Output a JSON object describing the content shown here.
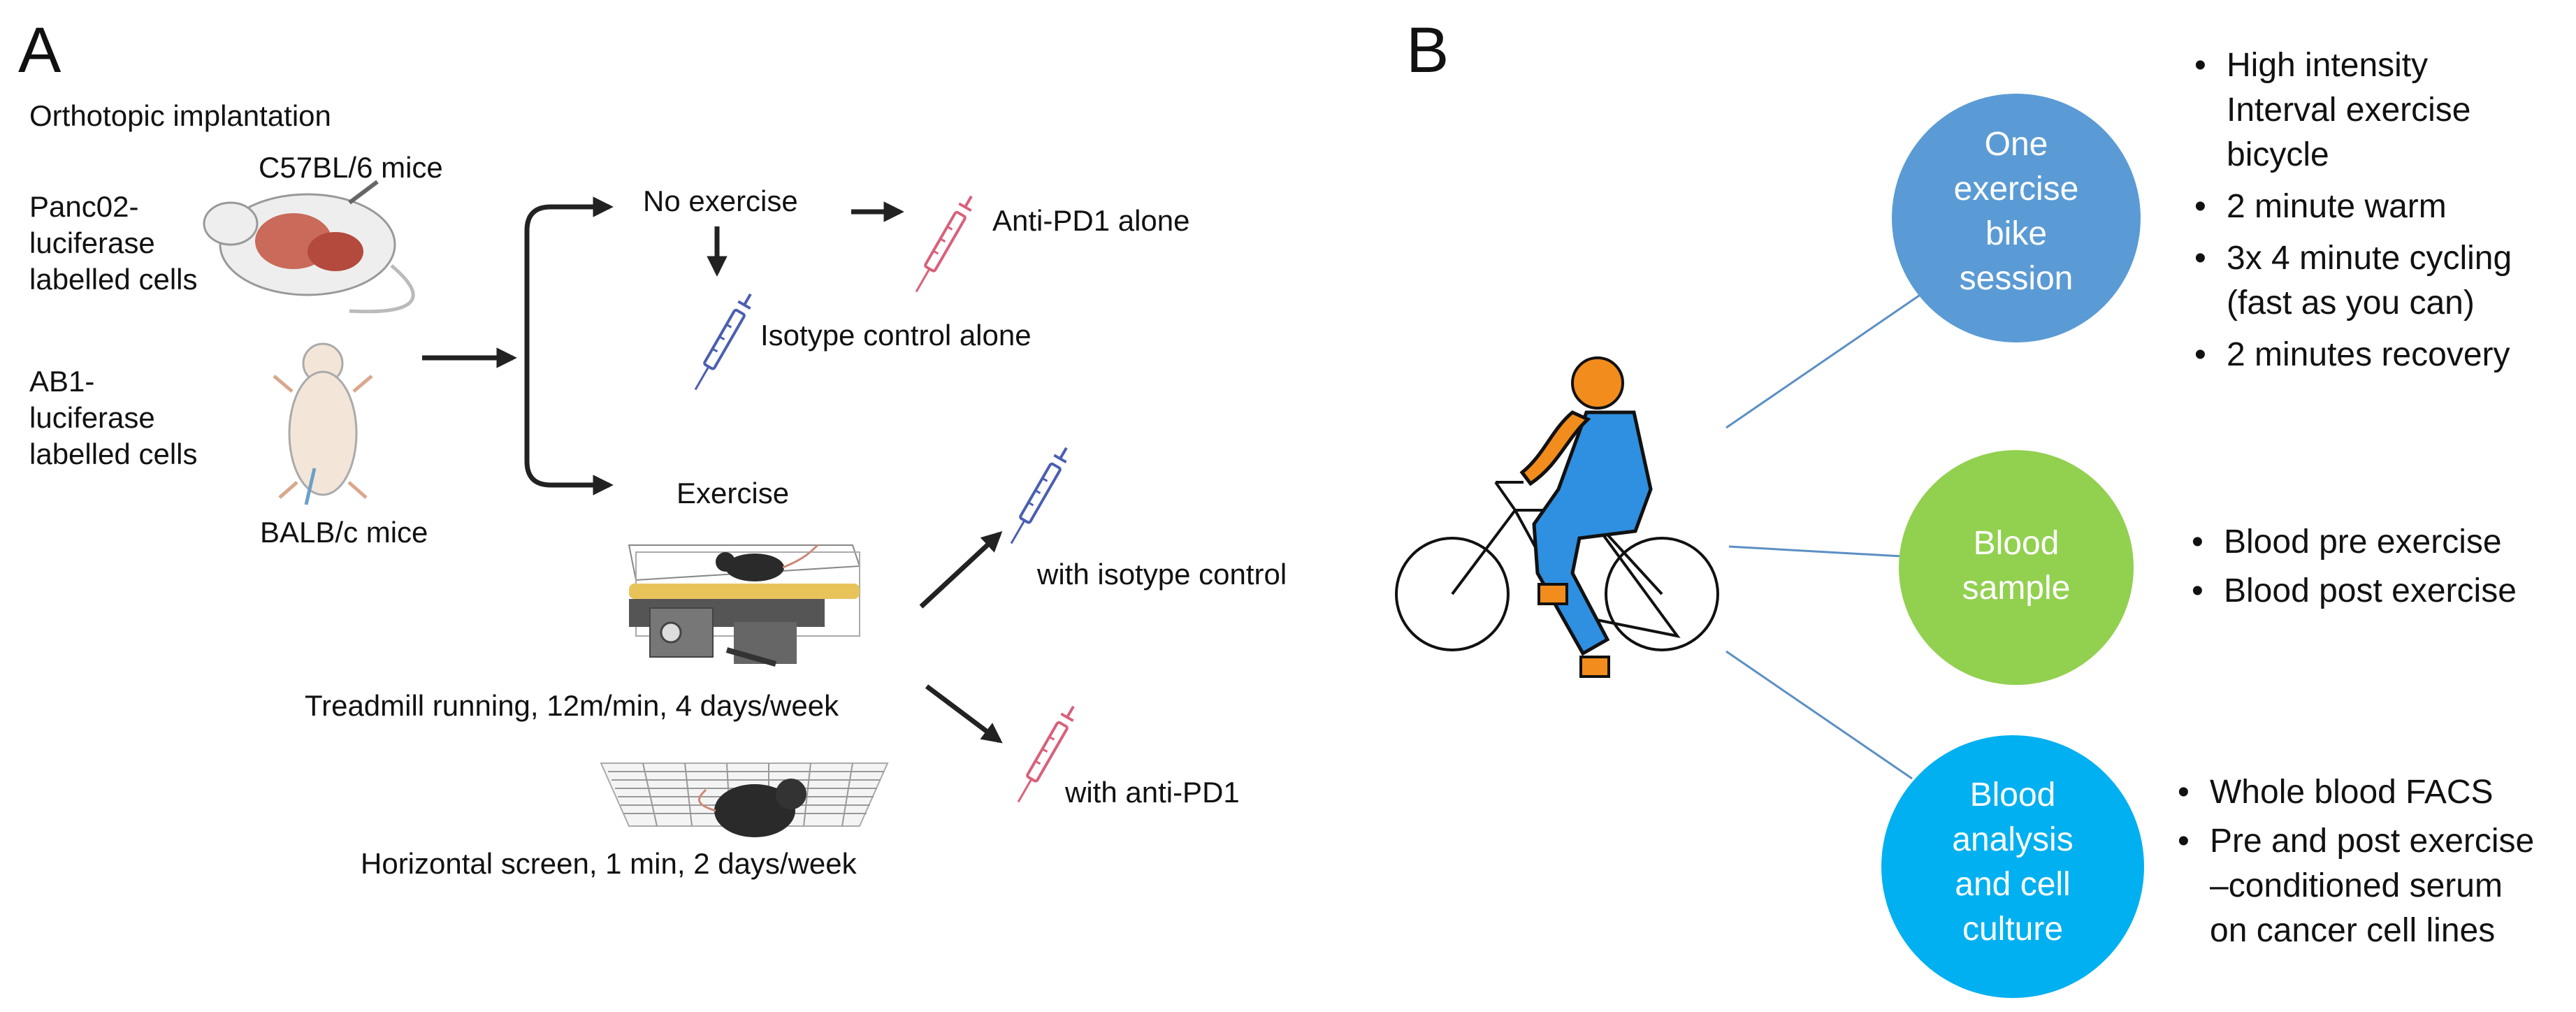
{
  "panel_a": {
    "letter": "A",
    "heading": "Orthotopic implantation",
    "strain1": "C57BL/6 mice",
    "cells1": [
      "Panc02-",
      "luciferase",
      "labelled cells"
    ],
    "cells2": [
      "AB1-",
      "luciferase",
      "labelled cells"
    ],
    "strain2": "BALB/c mice",
    "no_exercise": "No exercise",
    "anti_pd1_alone": "Anti-PD1 alone",
    "isotype_alone": "Isotype control alone",
    "exercise": "Exercise",
    "with_isotype": "with isotype control",
    "with_anti_pd1": "with anti-PD1",
    "treadmill": "Treadmill running, 12m/min, 4 days/week",
    "screen": "Horizontal screen, 1 min, 2 days/week"
  },
  "panel_b": {
    "letter": "B",
    "circles": [
      {
        "lines": [
          "One",
          "exercise",
          "bike",
          "session"
        ],
        "color": "#5b9bd5"
      },
      {
        "lines": [
          "Blood",
          "sample"
        ],
        "color": "#92d050"
      },
      {
        "lines": [
          "Blood",
          "analysis",
          "and cell",
          "culture"
        ],
        "color": "#00b0f0"
      }
    ],
    "bullets1": [
      {
        "lines": [
          "High intensity",
          "Interval exercise",
          "bicycle"
        ]
      },
      {
        "lines": [
          "2 minute warm"
        ]
      },
      {
        "lines": [
          "3x 4 minute cycling",
          "(fast as you can)"
        ]
      },
      {
        "lines": [
          "2 minutes recovery"
        ]
      }
    ],
    "bullets2": [
      {
        "lines": [
          "Blood pre exercise"
        ]
      },
      {
        "lines": [
          "Blood post exercise"
        ]
      }
    ],
    "bullets3": [
      {
        "lines": [
          "Whole blood FACS"
        ]
      },
      {
        "lines": [
          "Pre and post exercise",
          "–conditioned serum",
          "on cancer cell lines"
        ]
      }
    ]
  },
  "colors": {
    "arrow": "#222222",
    "connector": "#5b8fc4",
    "rider_body": "#2f8fe0",
    "rider_skin": "#f28c1c",
    "syringe_red": "#d9607a",
    "syringe_blue": "#4a5fb0"
  },
  "icons": [
    "syringe-icon",
    "mouse-illustration",
    "treadmill-illustration",
    "screen-illustration",
    "cyclist-icon"
  ]
}
